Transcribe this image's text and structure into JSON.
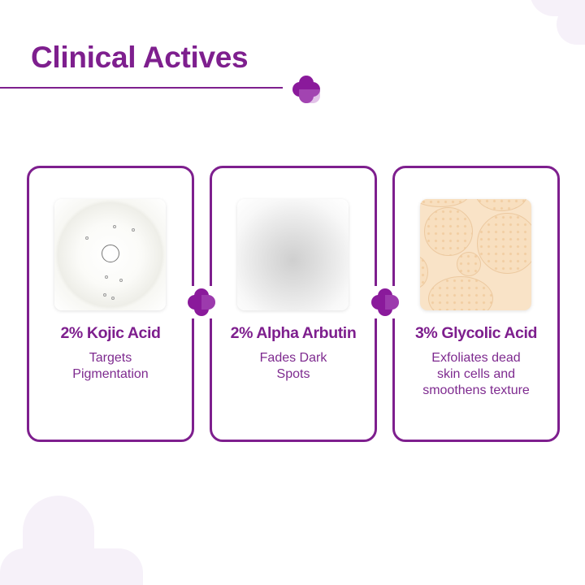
{
  "header": {
    "title": "Clinical Actives"
  },
  "colors": {
    "accent": "#7e1f8e",
    "background_blob": "#f6f1f9"
  },
  "cards": [
    {
      "name": "2% Kojic Acid",
      "description_lines": [
        "Targets",
        "Pigmentation"
      ],
      "image": "clear-gel-drop"
    },
    {
      "name": "2% Alpha Arbutin",
      "description_lines": [
        "Fades Dark",
        "Spots"
      ],
      "image": "white-powder"
    },
    {
      "name": "3% Glycolic Acid",
      "description_lines": [
        "Exfoliates dead",
        "skin cells and",
        "smoothens texture"
      ],
      "image": "peach-serum-cells"
    }
  ],
  "icons": {
    "header_plus": "plus-cross-icon",
    "connector_plus": "plus-cross-icon"
  }
}
